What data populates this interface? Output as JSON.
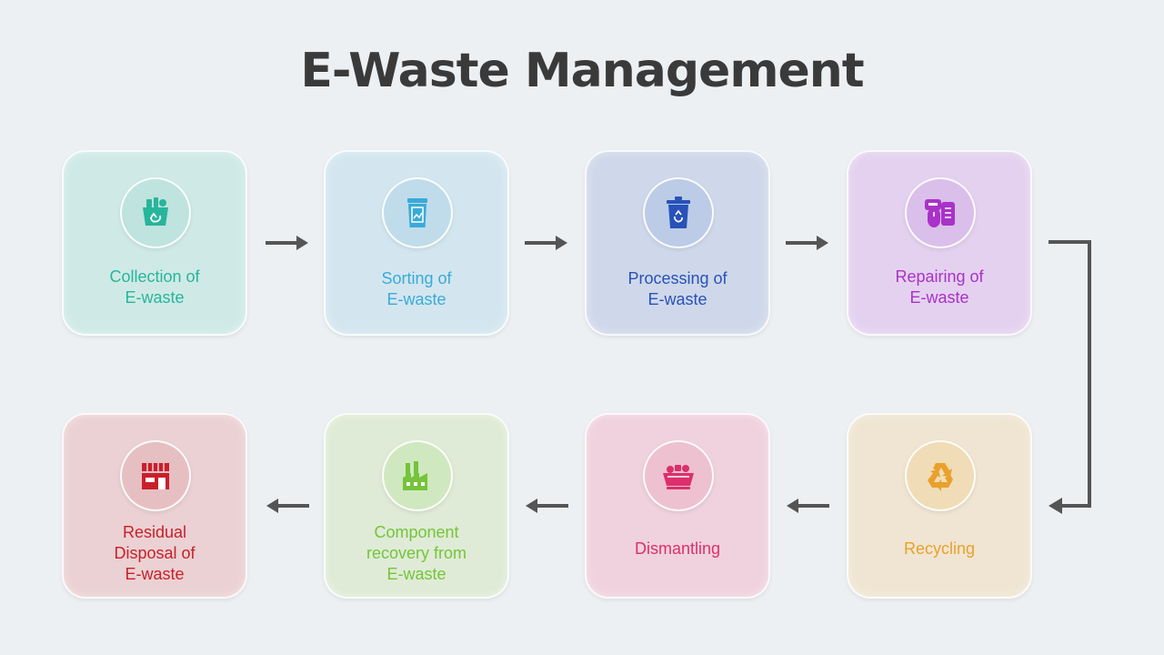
{
  "title": "E-Waste Management",
  "steps": [
    {
      "label": "Collection of\nE-waste",
      "icon": "basket-recycle-icon",
      "color": "#27b59c",
      "bg": "#cfeae6",
      "circle": "#bfe3de"
    },
    {
      "label": "Sorting of\nE-waste",
      "icon": "bin-icon",
      "color": "#3aaad8",
      "bg": "#d3e6ef",
      "circle": "#c0dcea"
    },
    {
      "label": "Processing of\nE-waste",
      "icon": "recycle-bin-icon",
      "color": "#2852b8",
      "bg": "#cfd8ea",
      "circle": "#bccbe6"
    },
    {
      "label": "Repairing of\nE-waste",
      "icon": "devices-icon",
      "color": "#a932c9",
      "bg": "#e4d1ef",
      "circle": "#d9bfea"
    },
    {
      "label": "Recycling",
      "icon": "recycle-icon",
      "color": "#e9a12c",
      "bg": "#efe5d2",
      "circle": "#f0dcb6"
    },
    {
      "label": "Dismantling",
      "icon": "scrap-tray-icon",
      "color": "#dc2f6c",
      "bg": "#efd2dd",
      "circle": "#edc1d0"
    },
    {
      "label": "Component\nrecovery from\nE-waste",
      "icon": "factory-icon",
      "color": "#75c43a",
      "bg": "#dfebd6",
      "circle": "#d0e8c0"
    },
    {
      "label": "Residual\nDisposal of\nE-waste",
      "icon": "store-icon",
      "color": "#c8202b",
      "bg": "#ebd1d3",
      "circle": "#e6bfc2"
    }
  ],
  "arrow_color": "#555555"
}
